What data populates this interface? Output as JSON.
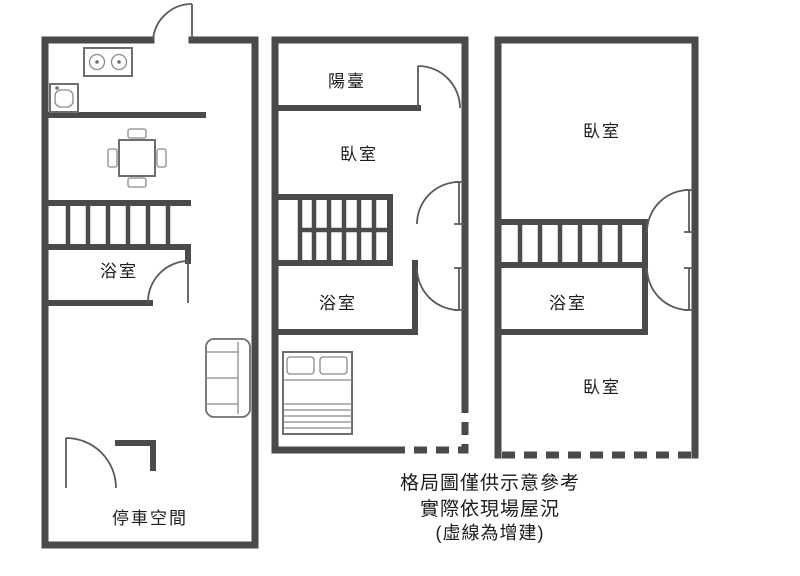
{
  "plans": {
    "plan1": {
      "labels": {
        "bathroom": "浴室",
        "parking": "停車空間"
      }
    },
    "plan2": {
      "labels": {
        "balcony": "陽臺",
        "bedroom": "臥室",
        "bathroom": "浴室"
      }
    },
    "plan3": {
      "labels": {
        "bedroom_top": "臥室",
        "bathroom": "浴室",
        "bedroom_bottom": "臥室"
      }
    }
  },
  "note": {
    "line1": "格局圖僅供示意參考",
    "line2": "實際依現場屋況",
    "line3": "(虛線為增建)"
  },
  "colors": {
    "wall": "#4a4a4a",
    "door": "#5a5a5a",
    "furniture": "#6e6e6e",
    "text": "#1c1c1c",
    "background": "#ffffff"
  }
}
